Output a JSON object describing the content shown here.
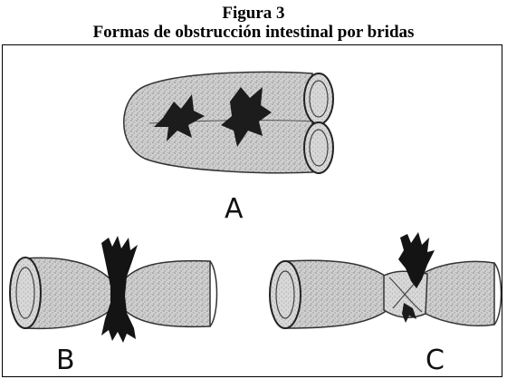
{
  "figure": {
    "number_label": "Figura 3",
    "title": "Formas de obstrucción intestinal por bridas"
  },
  "panels": {
    "a_label": "A",
    "b_label": "B",
    "c_label": "C"
  },
  "colors": {
    "tissue_fill": "#c9c9c9",
    "outline": "#222222",
    "band": "#1a1a1a"
  }
}
